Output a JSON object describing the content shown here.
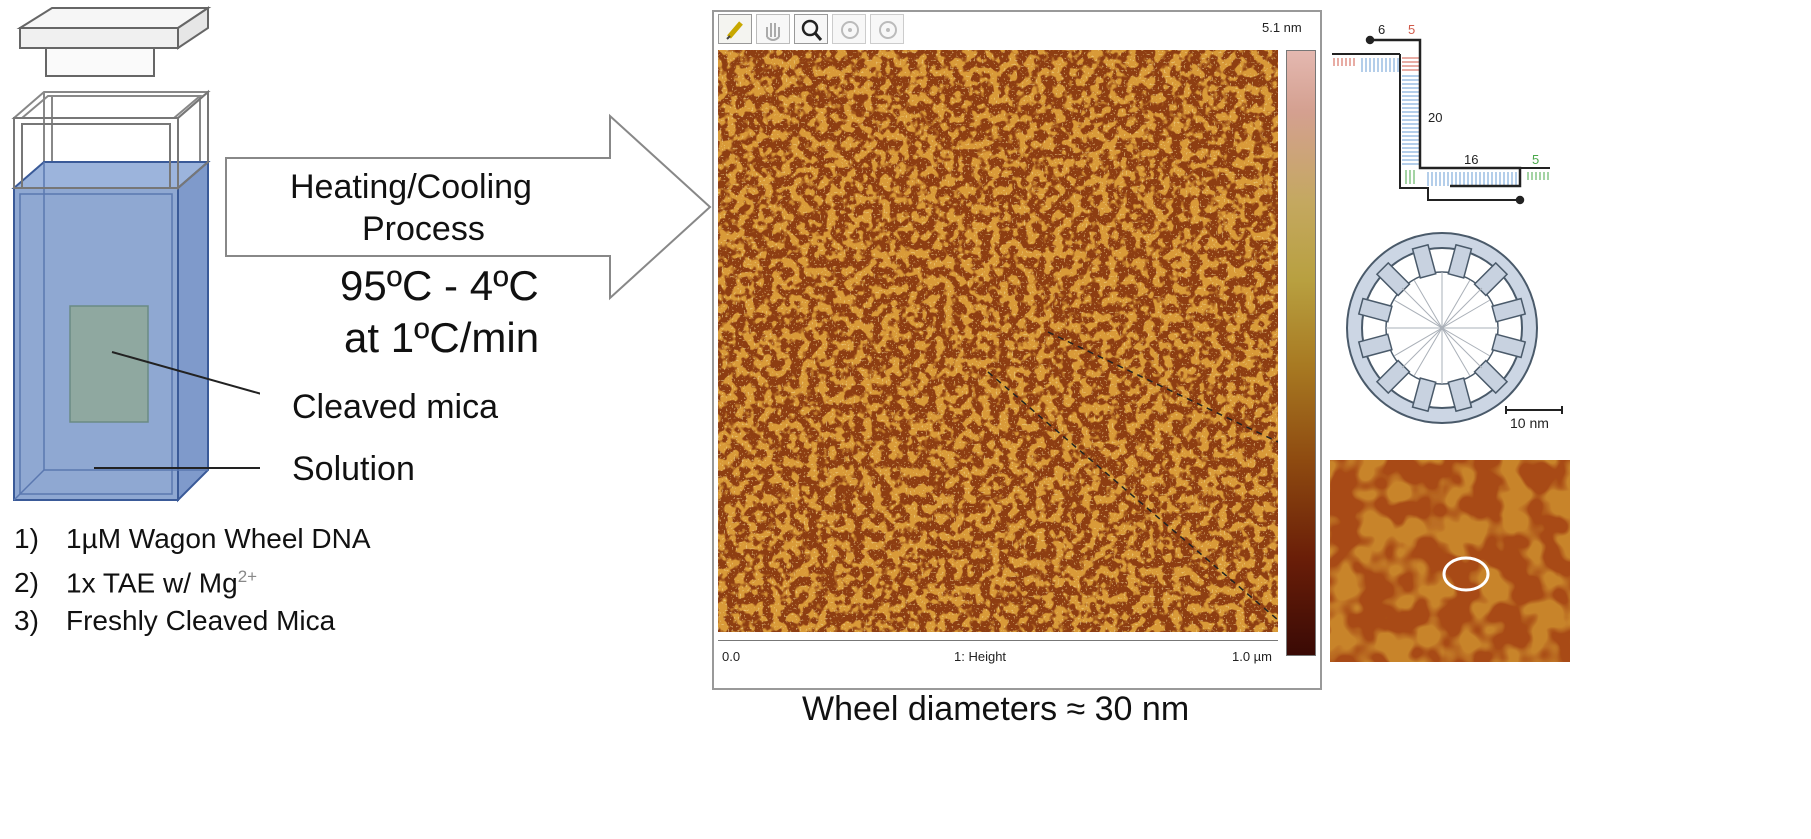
{
  "setup": {
    "label_mica": "Cleaved mica",
    "label_solution": "Solution",
    "conditions": [
      {
        "num": "1)",
        "text": "1µM Wagon Wheel DNA"
      },
      {
        "num": "2)",
        "text": "1x TAE w/ Mg",
        "sup": "2+"
      },
      {
        "num": "3)",
        "text": "Freshly Cleaved Mica"
      }
    ]
  },
  "process": {
    "title_line1": "Heating/Cooling",
    "title_line2": "Process",
    "temp_range": "95ºC - 4ºC",
    "rate": "at 1ºC/min"
  },
  "afm": {
    "toolbar_icons": [
      "pencil-icon",
      "hand-icon",
      "magnify-icon",
      "zoom-in-icon",
      "zoom-out-icon"
    ],
    "scale_max": "5.1 nm",
    "axis_start": "0.0",
    "channel": "1: Height",
    "axis_end": "1.0 µm",
    "caption": "Wheel diameters ≈ 30 nm"
  },
  "strand": {
    "top_left": "6",
    "top_right": "5",
    "middle": "20",
    "bottom_left": "16",
    "bottom_right": "5"
  },
  "wheel": {
    "scale_label": "10 nm",
    "spokes": 12
  },
  "colors": {
    "solution_fill": "#8fa8d2",
    "solution_stroke": "#3a5a98",
    "mica_fill": "#8fa8a0",
    "afm_low": "#3a0a05",
    "afm_mid": "#a9661e",
    "afm_high": "#e4b8b0",
    "strand_blue": "#6a9ed4",
    "strand_red": "#d05a4a",
    "strand_green": "#4aa84a"
  }
}
